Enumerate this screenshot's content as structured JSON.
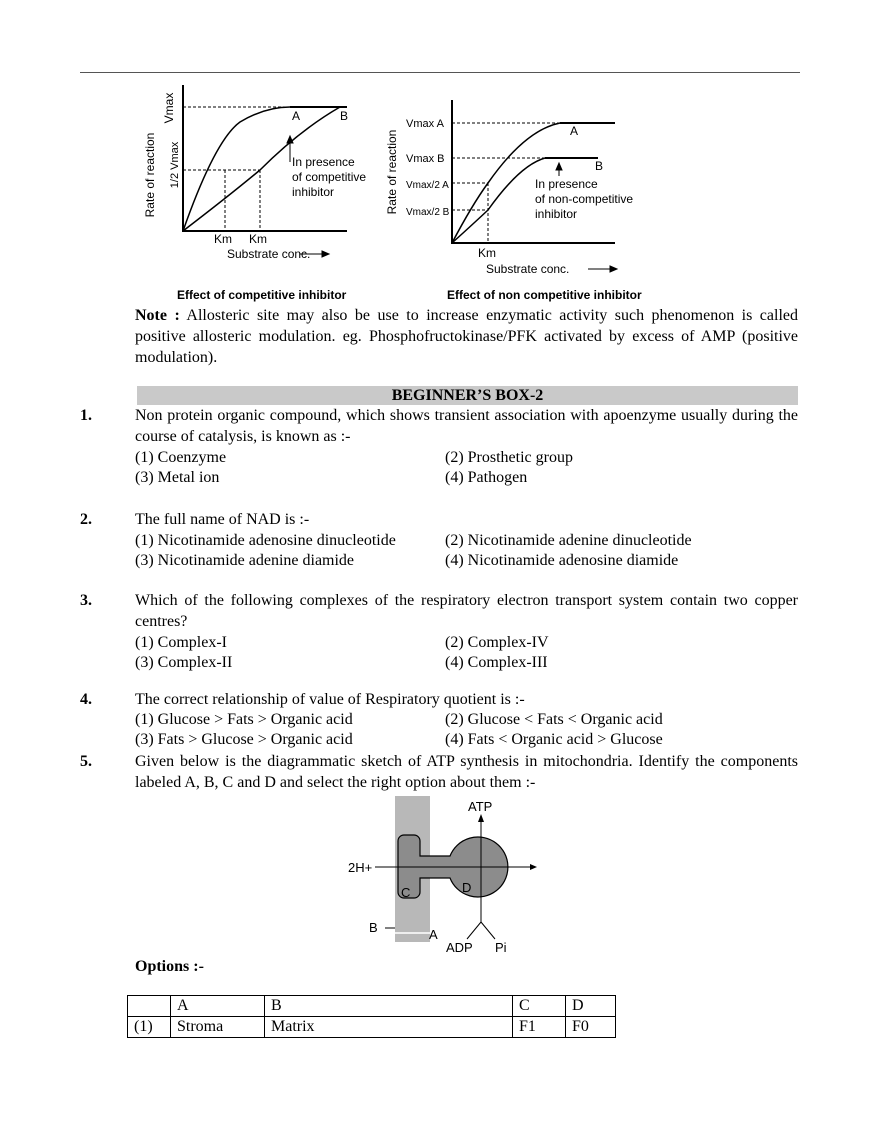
{
  "graph_competitive": {
    "y_label": "Rate of reaction",
    "vmax_label": "Vmax",
    "half_vmax_label": "1/2 Vmax",
    "curve_a": "A",
    "curve_b": "B",
    "km1": "Km",
    "km2": "Km",
    "annotation": [
      "In presence",
      "of competitive",
      "inhibitor"
    ],
    "x_label": "Substrate conc.",
    "caption": "Effect of competitive inhibitor"
  },
  "graph_noncompetitive": {
    "y_label": "Rate of reaction",
    "vmax_a": "Vmax A",
    "vmax_b": "Vmax B",
    "half_a": "Vmax/2 A",
    "half_b": "Vmax/2 B",
    "curve_a": "A",
    "curve_b": "B",
    "km": "Km",
    "annotation": [
      "In presence",
      "of non-competitive",
      "inhibitor"
    ],
    "x_label": "Substrate conc.",
    "caption": "Effect of non competitive inhibitor"
  },
  "note": {
    "label": "Note :",
    "text": " Allosteric site may also be use to increase enzymatic activity such phenomenon is called positive allosteric modulation. eg. Phosphofructokinase/PFK activated by excess of AMP (positive modulation)."
  },
  "box_title": "BEGINNER’S BOX-2",
  "questions": [
    {
      "num": "1.",
      "text": "Non protein organic compound, which shows transient association with apoenzyme usually during the course of catalysis, is known as :-",
      "options": [
        "(1) Coenzyme",
        "(2) Prosthetic group",
        "(3) Metal ion",
        "(4) Pathogen"
      ]
    },
    {
      "num": "2.",
      "text": "The full name of NAD is :-",
      "options": [
        "(1) Nicotinamide adenosine dinucleotide",
        "(2) Nicotinamide adenine dinucleotide",
        "(3) Nicotinamide adenine diamide",
        "(4) Nicotinamide adenosine diamide"
      ]
    },
    {
      "num": "3.",
      "text": "Which of the following complexes of the respiratory electron transport system contain two copper centres?",
      "options": [
        "(1) Complex-I",
        "(2) Complex-IV",
        "(3) Complex-II",
        "(4) Complex-III"
      ]
    },
    {
      "num": "4.",
      "text": "The correct relationship of value of Respiratory quotient is :-",
      "options": [
        "(1) Glucose > Fats > Organic acid",
        "(2) Glucose < Fats < Organic acid",
        "(3) Fats > Glucose > Organic acid",
        "(4) Fats < Organic acid > Glucose"
      ]
    },
    {
      "num": "5.",
      "text": "Given below is the diagrammatic sketch of ATP synthesis in mitochondria. Identify the components labeled A, B, C and D and select the right option about them :-"
    }
  ],
  "atp_diagram": {
    "atp": "ATP",
    "proton": "2H+",
    "c": "C",
    "d": "D",
    "b": "B",
    "a": "A",
    "adp": "ADP",
    "pi": "Pi"
  },
  "options_heading": "Options :-",
  "table": {
    "header": [
      "",
      "A",
      "B",
      "C",
      "D"
    ],
    "rows": [
      [
        "(1)",
        "Stroma",
        "Matrix",
        "F1",
        "F0"
      ]
    ]
  }
}
